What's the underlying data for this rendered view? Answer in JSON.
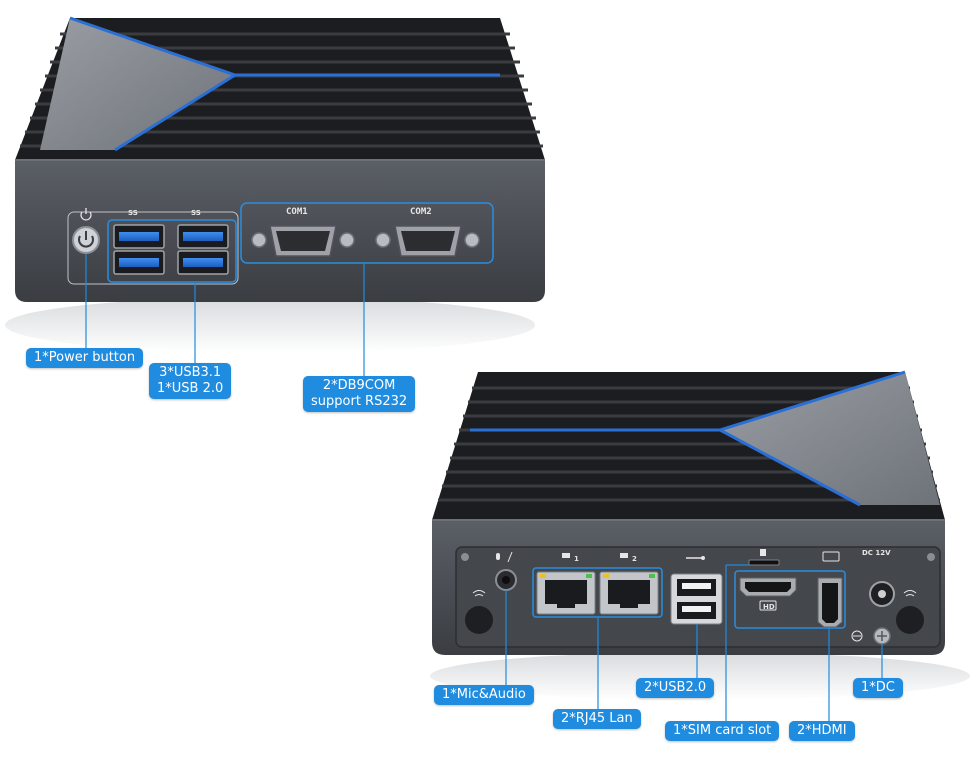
{
  "front_panel": {
    "port_labels": {
      "com1": "COM1",
      "com2": "COM2",
      "ss_usb_a": "SS",
      "ss_usb_b": "SS"
    }
  },
  "rear_panel": {
    "port_labels": {
      "lan1": "1",
      "lan2": "2",
      "dc": "DC 12V",
      "hd": "HD"
    }
  },
  "callouts": {
    "power": "1*Power button",
    "usb_line1": "3*USB3.1",
    "usb_line2": "1*USB 2.0",
    "com_line1": "2*DB9COM",
    "com_line2": "support RS232",
    "mic": "1*Mic&Audio",
    "rj45": "2*RJ45 Lan",
    "usb2": "2*USB2.0",
    "sim": "1*SIM card slot",
    "hdmi": "2*HDMI",
    "dc": "1*DC"
  },
  "colors": {
    "callout_bg": "#1f8ce0",
    "leader_line": "#1f8ce0",
    "chassis": "#4a4d52",
    "fins": "#1c1d20",
    "accent_blue": "#2a6fd6"
  }
}
